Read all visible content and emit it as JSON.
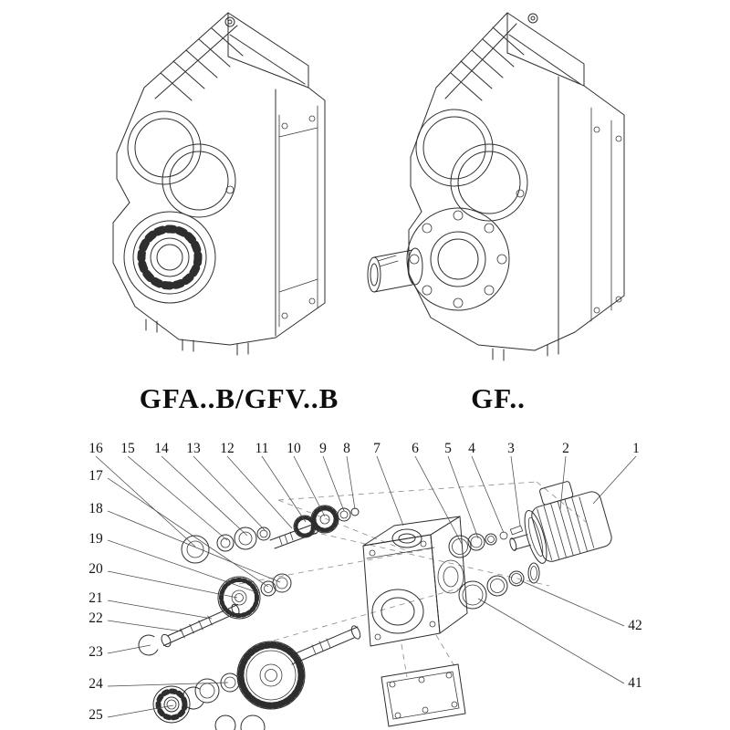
{
  "figure": {
    "left_model_label": "GFA..B/GFV..B",
    "right_model_label": "GF.."
  },
  "callouts": {
    "c1": "1",
    "c2": "2",
    "c3": "3",
    "c4": "4",
    "c5": "5",
    "c6": "6",
    "c7": "7",
    "c8": "8",
    "c9": "9",
    "c10": "10",
    "c11": "11",
    "c12": "12",
    "c13": "13",
    "c14": "14",
    "c15": "15",
    "c16": "16",
    "c17": "17",
    "c18": "18",
    "c19": "19",
    "c20": "20",
    "c21": "21",
    "c22": "22",
    "c23": "23",
    "c24": "24",
    "c25": "25",
    "c41": "41",
    "c42": "42"
  }
}
